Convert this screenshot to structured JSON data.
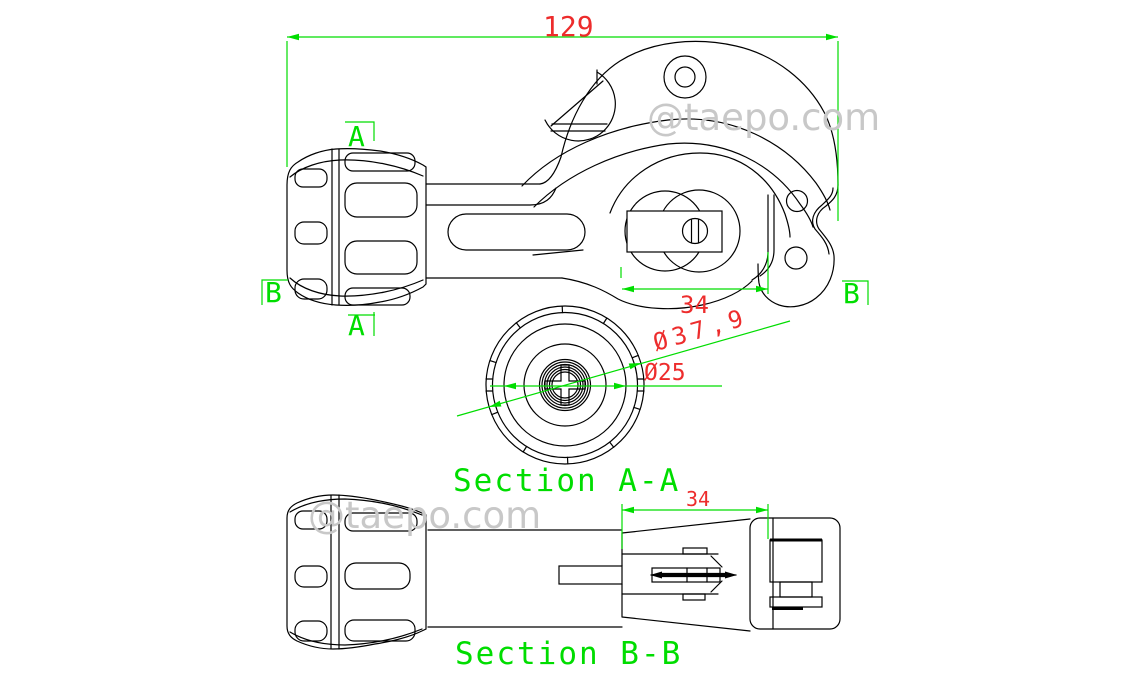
{
  "drawing": {
    "watermark": "@taepo.com",
    "dimensions": {
      "overall_length": "129",
      "cutter_offset_top": "34",
      "wheel_offset_section": "34",
      "outer_diameter": "Ø37,9",
      "bore_diameter": "Ø25"
    },
    "sections": {
      "a_label": "Section A-A",
      "b_label": "Section B-B",
      "marker_a": "A",
      "marker_b": "B"
    },
    "colors": {
      "lines": "#000000",
      "dimension_lines": "#00dd00",
      "dimension_text": "#ed2c2c",
      "watermark": "#c8c8c8",
      "background": "#ffffff"
    }
  }
}
